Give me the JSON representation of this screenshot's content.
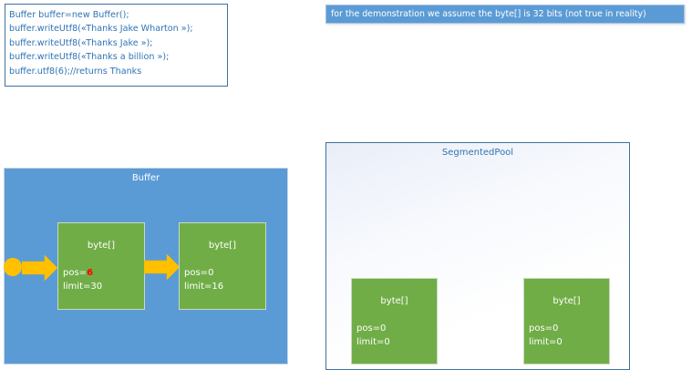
{
  "code_box": {
    "lines": [
      "Buffer buffer=new Buffer();",
      "buffer.writeUtf8(«Thanks Jake Wharton »);",
      "buffer.writeUtf8(«Thanks Jake »);",
      "buffer.writeUtf8(«Thanks a billion »);",
      "buffer.utf8(6);//returns Thanks"
    ]
  },
  "note": {
    "text": "for the demonstration we assume the byte[] is 32 bits (not true in reality)"
  },
  "buffer": {
    "title": "Buffer",
    "segments": [
      {
        "title": "byte[]",
        "pos_label": "pos=",
        "pos_value": "6",
        "limit": "limit=30"
      },
      {
        "title": "byte[]",
        "pos_label": "pos=",
        "pos_value": "0",
        "limit": "limit=16"
      }
    ]
  },
  "pool": {
    "title": "SegmentedPool",
    "segments": [
      {
        "title": "byte[]",
        "pos": "pos=0",
        "limit": "limit=0"
      },
      {
        "title": "byte[]",
        "pos": "pos=0",
        "limit": "limit=0"
      }
    ]
  },
  "colors": {
    "buffer_fill": "#5b9bd5",
    "segment_fill": "#70ad47",
    "arrow_fill": "#ffc000",
    "pos_highlight": "#ff0000",
    "pool_border": "#41719c"
  }
}
